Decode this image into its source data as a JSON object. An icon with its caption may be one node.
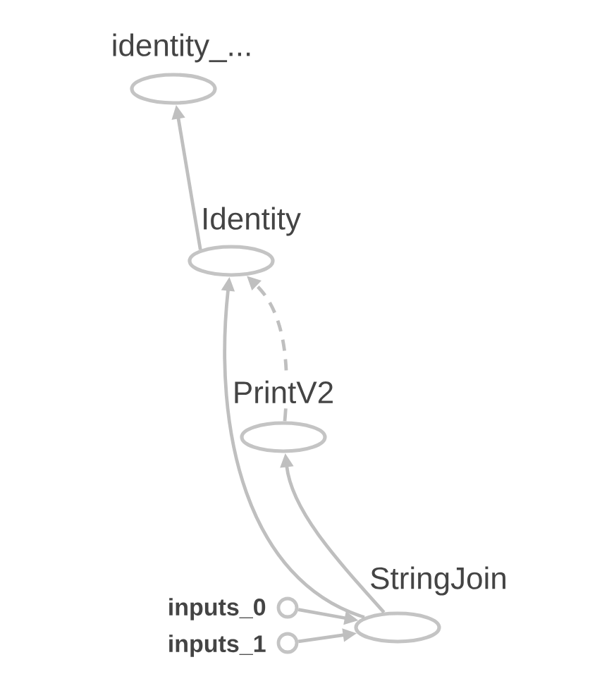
{
  "diagram": {
    "nodes": [
      {
        "text": [
          "identity_..."
        ]
      },
      {
        "text": [
          "Identity"
        ]
      },
      {
        "text": [
          "PrintV2"
        ]
      },
      {
        "text": [
          "StringJoin"
        ]
      },
      {
        "text": [
          "inputs_0"
        ]
      },
      {
        "text": [
          "inputs_1"
        ]
      }
    ],
    "edges": [
      {
        "from": 1,
        "to": 0,
        "arrow": "to"
      },
      {
        "from": 2,
        "to": 1,
        "arrow": "to",
        "style": "dashed"
      },
      {
        "from": 3,
        "to": 1,
        "arrow": "to"
      },
      {
        "from": 3,
        "to": 2,
        "arrow": "to"
      },
      {
        "from": 4,
        "to": 3,
        "arrow": "to"
      },
      {
        "from": 5,
        "to": 3,
        "arrow": "to"
      }
    ]
  }
}
